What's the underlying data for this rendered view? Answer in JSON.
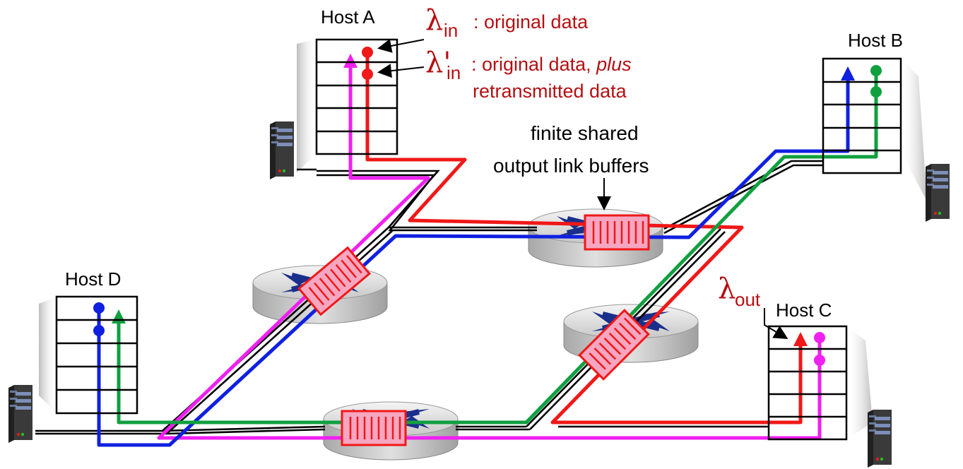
{
  "hosts": {
    "a": "Host A",
    "b": "Host B",
    "c": "Host C",
    "d": "Host D"
  },
  "buffer_note": {
    "line1": "finite shared",
    "line2": "output link buffers"
  },
  "lambda_in": {
    "symbol": "λ",
    "sub": "in",
    "text": ": original data"
  },
  "lambda_in_prime": {
    "symbol": "λ'",
    "sub": "in",
    "text": ": original data, ",
    "emph": "plus",
    "line2": "retransmitted data"
  },
  "lambda_out": {
    "symbol": "λ",
    "sub": "out"
  },
  "colors": {
    "red": "#f01818",
    "magenta": "#f020f0",
    "blue": "#1020e0",
    "green": "#10a040",
    "label_red": "#b50f12",
    "buffer_fill": "#f6a6c0"
  },
  "icons": [
    "server-icon",
    "router-icon",
    "queue-buffer-icon",
    "host-buffer-table-icon"
  ]
}
